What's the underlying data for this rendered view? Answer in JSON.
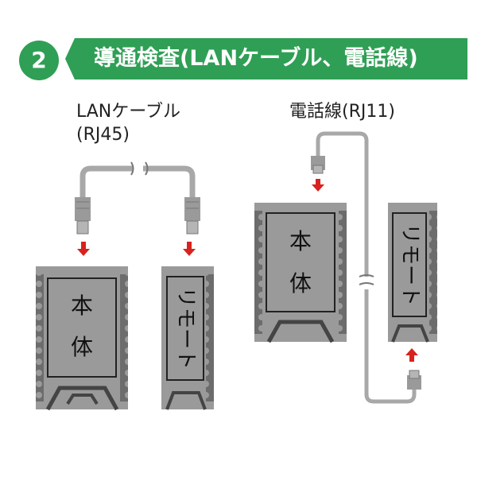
{
  "banner": {
    "step_number": "2",
    "title": "導通検査(LANケーブル、電話線)"
  },
  "left_panel": {
    "cable_label_line1": "LANケーブル",
    "cable_label_line2": "(RJ45)",
    "main_unit_label": [
      "本",
      "体"
    ],
    "remote_unit_label": "リモート"
  },
  "right_panel": {
    "cable_label": "電話線(RJ11)",
    "main_unit_label": [
      "本",
      "体"
    ],
    "remote_unit_label": "リモート"
  },
  "colors": {
    "accent_green": "#2f9f55",
    "arrow_red": "#d7231f",
    "device_gray": "#9a9a9a",
    "device_dark": "#6c6c6c",
    "cable_gray": "#a8a8a8"
  }
}
